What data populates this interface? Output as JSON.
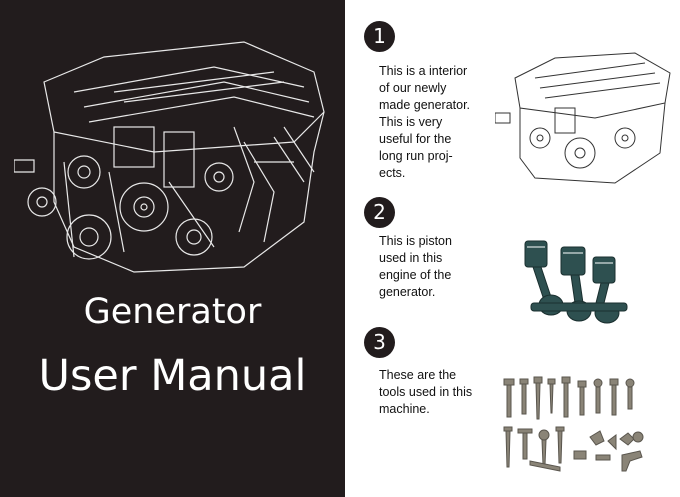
{
  "cover": {
    "title": "Generator",
    "subtitle": "User Manual",
    "background_color": "#221c1d",
    "illustration": "engine-line-art"
  },
  "sections": [
    {
      "number": "1",
      "text": [
        "This is a interior",
        "of our newly",
        "made generator.",
        "This is very",
        "useful for the",
        "long run proj-",
        "ects."
      ],
      "illustration": "engine-sketch"
    },
    {
      "number": "2",
      "text": [
        "This is piston",
        "used in this",
        "engine of the",
        "generator."
      ],
      "illustration": "pistons-crankshaft"
    },
    {
      "number": "3",
      "text": [
        "These are the",
        "tools used in this",
        "machine."
      ],
      "illustration": "screws-and-bolts"
    }
  ]
}
